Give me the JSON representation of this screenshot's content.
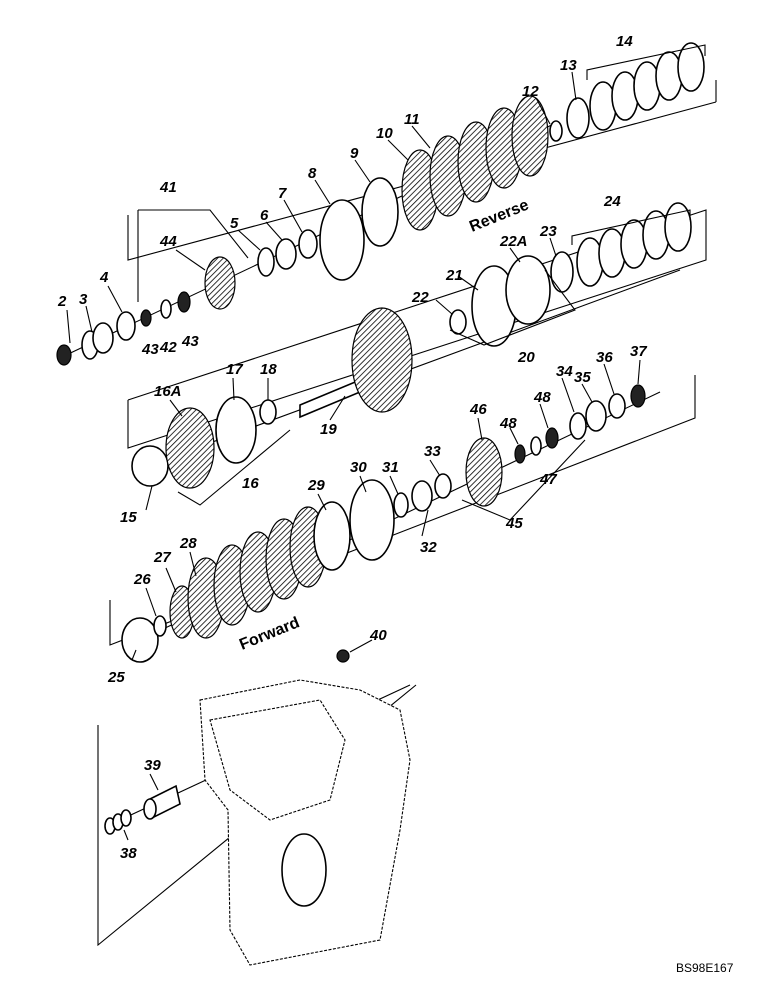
{
  "section_labels": {
    "reverse": "Reverse",
    "forward": "Forward"
  },
  "reference_code": "BS98E167",
  "callouts": [
    {
      "id": "c2",
      "text": "2"
    },
    {
      "id": "c3",
      "text": "3"
    },
    {
      "id": "c4",
      "text": "4"
    },
    {
      "id": "c5",
      "text": "5"
    },
    {
      "id": "c6",
      "text": "6"
    },
    {
      "id": "c7",
      "text": "7"
    },
    {
      "id": "c8",
      "text": "8"
    },
    {
      "id": "c9",
      "text": "9"
    },
    {
      "id": "c10",
      "text": "10"
    },
    {
      "id": "c11",
      "text": "11"
    },
    {
      "id": "c12",
      "text": "12"
    },
    {
      "id": "c13",
      "text": "13"
    },
    {
      "id": "c14",
      "text": "14"
    },
    {
      "id": "c15",
      "text": "15"
    },
    {
      "id": "c16",
      "text": "16"
    },
    {
      "id": "c16A",
      "text": "16A"
    },
    {
      "id": "c17",
      "text": "17"
    },
    {
      "id": "c18",
      "text": "18"
    },
    {
      "id": "c19",
      "text": "19"
    },
    {
      "id": "c20",
      "text": "20"
    },
    {
      "id": "c21",
      "text": "21"
    },
    {
      "id": "c22",
      "text": "22"
    },
    {
      "id": "c22A",
      "text": "22A"
    },
    {
      "id": "c23",
      "text": "23"
    },
    {
      "id": "c24",
      "text": "24"
    },
    {
      "id": "c25",
      "text": "25"
    },
    {
      "id": "c26",
      "text": "26"
    },
    {
      "id": "c27",
      "text": "27"
    },
    {
      "id": "c28",
      "text": "28"
    },
    {
      "id": "c29",
      "text": "29"
    },
    {
      "id": "c30",
      "text": "30"
    },
    {
      "id": "c31",
      "text": "31"
    },
    {
      "id": "c32",
      "text": "32"
    },
    {
      "id": "c33",
      "text": "33"
    },
    {
      "id": "c34",
      "text": "34"
    },
    {
      "id": "c35",
      "text": "35"
    },
    {
      "id": "c36",
      "text": "36"
    },
    {
      "id": "c37",
      "text": "37"
    },
    {
      "id": "c38",
      "text": "38"
    },
    {
      "id": "c39",
      "text": "39"
    },
    {
      "id": "c40",
      "text": "40"
    },
    {
      "id": "c41",
      "text": "41"
    },
    {
      "id": "c42",
      "text": "42"
    },
    {
      "id": "c43a",
      "text": "43"
    },
    {
      "id": "c43b",
      "text": "43"
    },
    {
      "id": "c44",
      "text": "44"
    },
    {
      "id": "c45",
      "text": "45"
    },
    {
      "id": "c46",
      "text": "46"
    },
    {
      "id": "c47",
      "text": "47"
    },
    {
      "id": "c48a",
      "text": "48"
    },
    {
      "id": "c48b",
      "text": "48"
    }
  ]
}
